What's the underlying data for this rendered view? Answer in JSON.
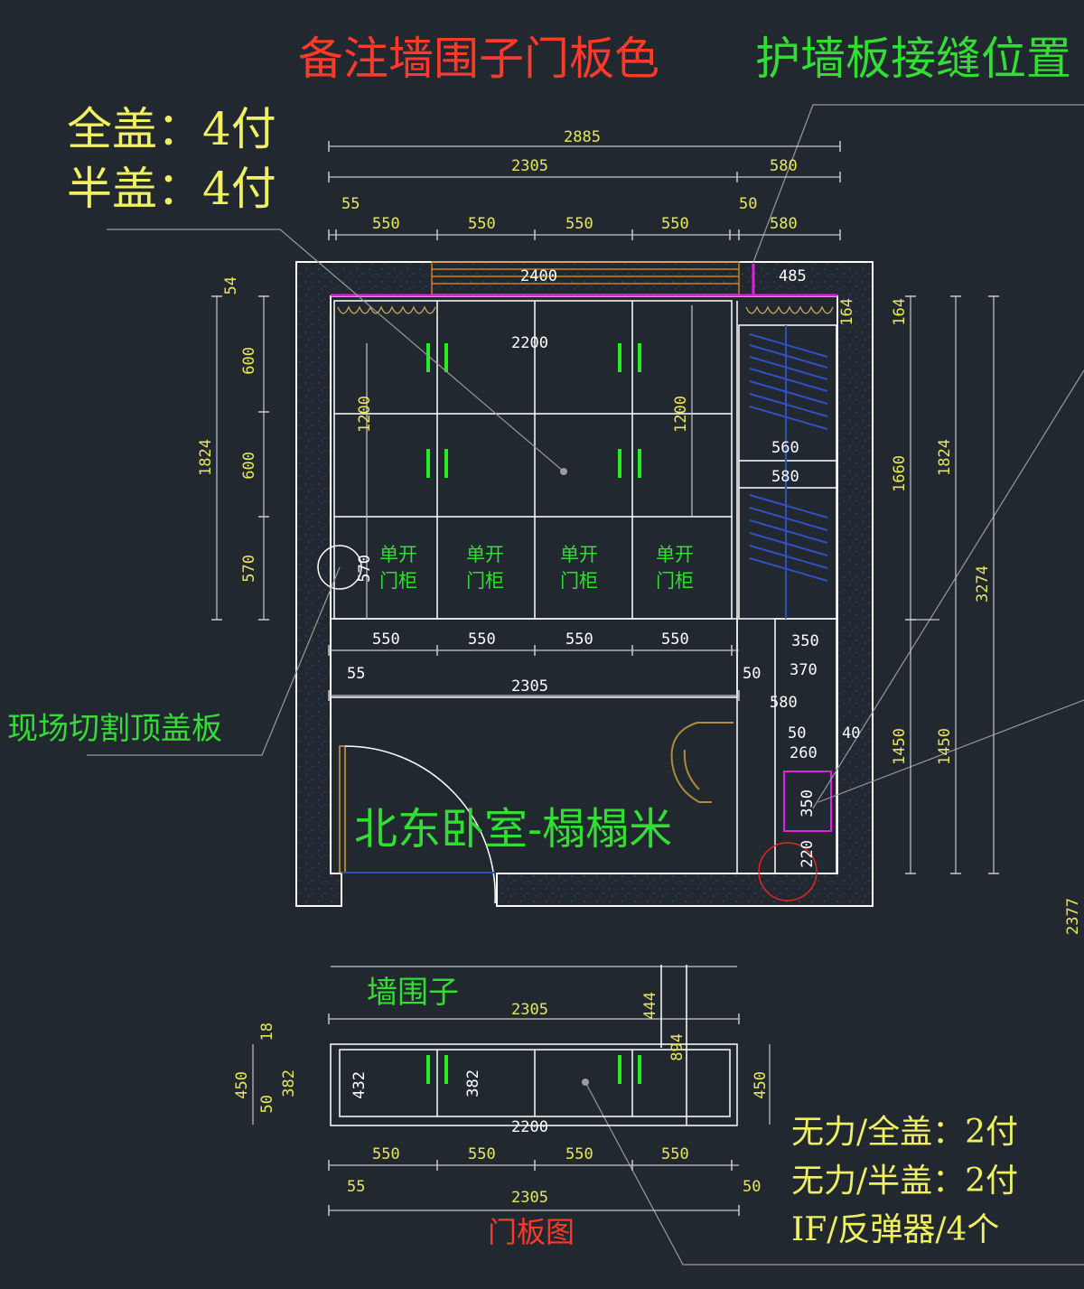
{
  "colors": {
    "background": "#212830",
    "wall": "#ffffff",
    "dimension": "#c8c8c8",
    "dimension_text": "#e8e85a",
    "note_red": "#ff3a2a",
    "note_green": "#33dd33",
    "note_yellow": "#f0f060",
    "handle_green": "#22ee22",
    "magenta": "#e020e0",
    "orange": "#d08020",
    "hanger_blue": "#3050c0",
    "chair": "#b08a3a"
  },
  "notes": {
    "title_red": "备注墙围子门板色",
    "title_green": "护墙板接缝位置",
    "full_cover": "全盖：4付",
    "half_cover": "半盖：4付",
    "site_cut": "现场切割顶盖板",
    "room_name": "北东卧室-榻榻米",
    "wainscot": "墙围子",
    "door_panel_drawing": "门板图",
    "hinge_full": "无力/全盖：2付",
    "hinge_half": "无力/半盖：2付",
    "rebound": "IF/反弹器/4个",
    "single_door_line1": "单开",
    "single_door_line2": "门柜"
  },
  "dimensions": {
    "overall_width": "2885",
    "left_width": "2305",
    "right_width": "580",
    "left_gap": "55",
    "module": "550",
    "mid_gap": "50",
    "right_module": "580",
    "top_board": "2400",
    "right_top": "485",
    "inner_width": "2200",
    "door_height": "1200",
    "shelf_560": "560",
    "shelf_580": "580",
    "right_350": "350",
    "right_370": "370",
    "right_580b": "580",
    "right_50": "50",
    "right_40": "40",
    "right_260": "260",
    "box_350": "350",
    "box_220": "220",
    "left_54": "54",
    "left_600a": "600",
    "left_600b": "600",
    "left_570": "570",
    "left_1824": "1824",
    "door_570": "570",
    "right_164a": "164",
    "right_164b": "164",
    "right_1660": "1660",
    "right_1824": "1824",
    "right_3274": "3274",
    "right_1450a": "1450",
    "right_1450b": "1450",
    "far_2377": "2377",
    "w_2305": "2305",
    "w_444": "444",
    "w_894": "894",
    "w_18": "18",
    "w_450": "450",
    "w_50": "50",
    "w_382a": "382",
    "w_432": "432",
    "w_382b": "382",
    "w_450r": "450",
    "w_2200": "2200",
    "w_55": "55",
    "w_50b": "50",
    "w_2305b": "2305"
  }
}
